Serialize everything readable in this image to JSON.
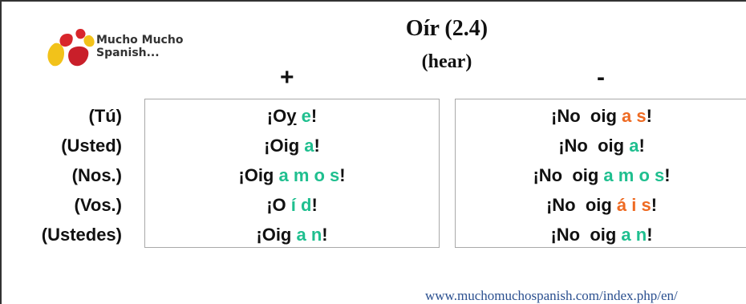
{
  "brand": {
    "name_line1": "Mucho Mucho",
    "name_line2": "Spanish..."
  },
  "title": "Oír (2.4)",
  "subtitle": "(hear)",
  "headers": {
    "positive": "+",
    "negative": "-"
  },
  "pronouns": [
    "(Tú)",
    "(Usted)",
    "(Nos.)",
    "(Vos.)",
    "(Ustedes)"
  ],
  "positive": [
    [
      {
        "t": "¡O"
      },
      {
        "t": "y",
        "c": "u"
      },
      {
        "t": " "
      },
      {
        "t": "e",
        "c": "g"
      },
      {
        "t": "!"
      }
    ],
    [
      {
        "t": "¡Oig "
      },
      {
        "t": "a",
        "c": "g"
      },
      {
        "t": "!"
      }
    ],
    [
      {
        "t": "¡Oig "
      },
      {
        "t": "a m o s",
        "c": "g"
      },
      {
        "t": "!"
      }
    ],
    [
      {
        "t": "¡O "
      },
      {
        "t": "í d",
        "c": "g"
      },
      {
        "t": "!"
      }
    ],
    [
      {
        "t": "¡Oig "
      },
      {
        "t": "a n",
        "c": "g"
      },
      {
        "t": "!"
      }
    ]
  ],
  "negative": [
    [
      {
        "t": "¡No  oig "
      },
      {
        "t": "a s",
        "c": "o"
      },
      {
        "t": "!"
      }
    ],
    [
      {
        "t": "¡No  oig "
      },
      {
        "t": "a",
        "c": "g"
      },
      {
        "t": "!"
      }
    ],
    [
      {
        "t": "¡No  oig "
      },
      {
        "t": "a m o s",
        "c": "g"
      },
      {
        "t": "!"
      }
    ],
    [
      {
        "t": "¡No  oig "
      },
      {
        "t": "á i s",
        "c": "o"
      },
      {
        "t": "!"
      }
    ],
    [
      {
        "t": "¡No  oig "
      },
      {
        "t": "a n",
        "c": "g"
      },
      {
        "t": "!"
      }
    ]
  ],
  "url": "www.muchomuchospanish.com/index.php/en/",
  "colors": {
    "ending_green": "#1fbf8f",
    "ending_orange": "#ee6a22",
    "url_blue": "#2a4f8f"
  }
}
